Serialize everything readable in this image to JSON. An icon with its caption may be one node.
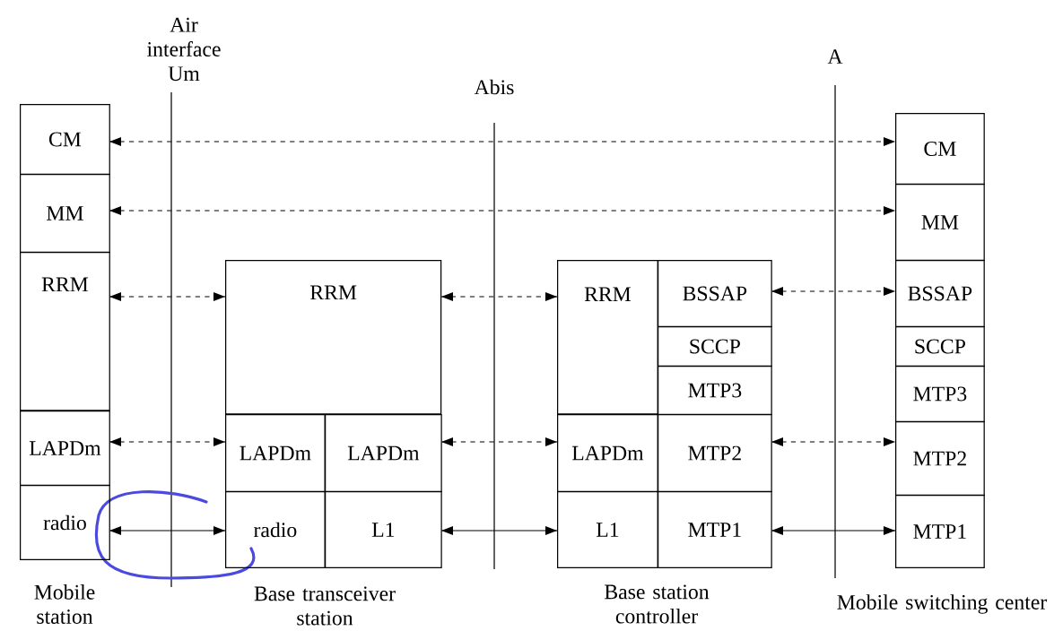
{
  "diagram": {
    "nodes": [
      {
        "text": [
          "CM"
        ]
      },
      {
        "text": [
          "MM"
        ]
      },
      {
        "text": [
          "RRM"
        ]
      },
      {
        "text": [
          "LAPDm"
        ]
      },
      {
        "text": [
          "radio"
        ]
      },
      {
        "text": [
          "RRM"
        ]
      },
      {
        "text": [
          "LAPDm"
        ]
      },
      {
        "text": [
          "LAPDm"
        ]
      },
      {
        "text": [
          "radio"
        ]
      },
      {
        "text": [
          "L1"
        ]
      },
      {
        "text": [
          "RRM"
        ]
      },
      {
        "text": [
          "BSSAP"
        ]
      },
      {
        "text": [
          "SCCP"
        ]
      },
      {
        "text": [
          "MTP3"
        ]
      },
      {
        "text": [
          "LAPDm"
        ]
      },
      {
        "text": [
          "MTP2"
        ]
      },
      {
        "text": [
          "L1"
        ]
      },
      {
        "text": [
          "MTP1"
        ]
      },
      {
        "text": [
          "CM"
        ]
      },
      {
        "text": [
          "MM"
        ]
      },
      {
        "text": [
          "BSSAP"
        ]
      },
      {
        "text": [
          "SCCP"
        ]
      },
      {
        "text": [
          "MTP3"
        ]
      },
      {
        "text": [
          "MTP2"
        ]
      },
      {
        "text": [
          "MTP1"
        ]
      }
    ],
    "edges": [
      {
        "from": 0,
        "to": 18,
        "arrow": "both",
        "style": "dashed"
      },
      {
        "from": 1,
        "to": 19,
        "arrow": "both",
        "style": "dashed"
      },
      {
        "from": 2,
        "to": 5,
        "arrow": "both",
        "style": "dashed"
      },
      {
        "from": 3,
        "to": 6,
        "arrow": "both",
        "style": "dashed"
      },
      {
        "from": 4,
        "to": 8,
        "arrow": "both"
      },
      {
        "from": 5,
        "to": 10,
        "arrow": "both",
        "style": "dashed"
      },
      {
        "from": 7,
        "to": 14,
        "arrow": "both",
        "style": "dashed"
      },
      {
        "from": 9,
        "to": 16,
        "arrow": "both"
      },
      {
        "from": 11,
        "to": 20,
        "arrow": "both",
        "style": "dashed"
      },
      {
        "from": 15,
        "to": 23,
        "arrow": "both",
        "style": "dashed"
      },
      {
        "from": 17,
        "to": 24,
        "arrow": "both"
      }
    ],
    "labels": [
      "Air interface Um",
      "A",
      "Abis",
      "Mobile station",
      "Base transceiver station",
      "Base station controller",
      "Mobile switching center"
    ]
  }
}
